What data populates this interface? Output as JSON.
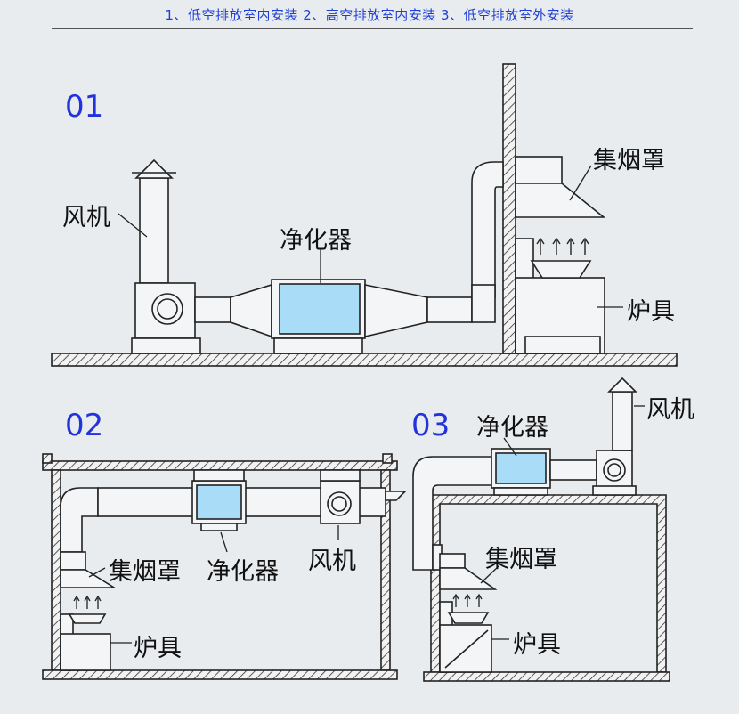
{
  "header": {
    "text": "1、低空排放室内安装    2、高空排放室内安装   3、低空排放室外安装"
  },
  "diagrams": [
    {
      "number": "01",
      "fan": "风机",
      "purifier": "净化器",
      "hood": "集烟罩",
      "stove": "炉具"
    },
    {
      "number": "02",
      "fan": "风机",
      "purifier": "净化器",
      "hood": "集烟罩",
      "stove": "炉具"
    },
    {
      "number": "03",
      "fan": "风机",
      "purifier": "净化器",
      "hood": "集烟罩",
      "stove": "炉具"
    }
  ],
  "colors": {
    "number": "#2233dd",
    "header": "#1f3fd6",
    "purifier_fill": "#a9dcf6",
    "line": "#222222",
    "background": "#e9ecef"
  }
}
